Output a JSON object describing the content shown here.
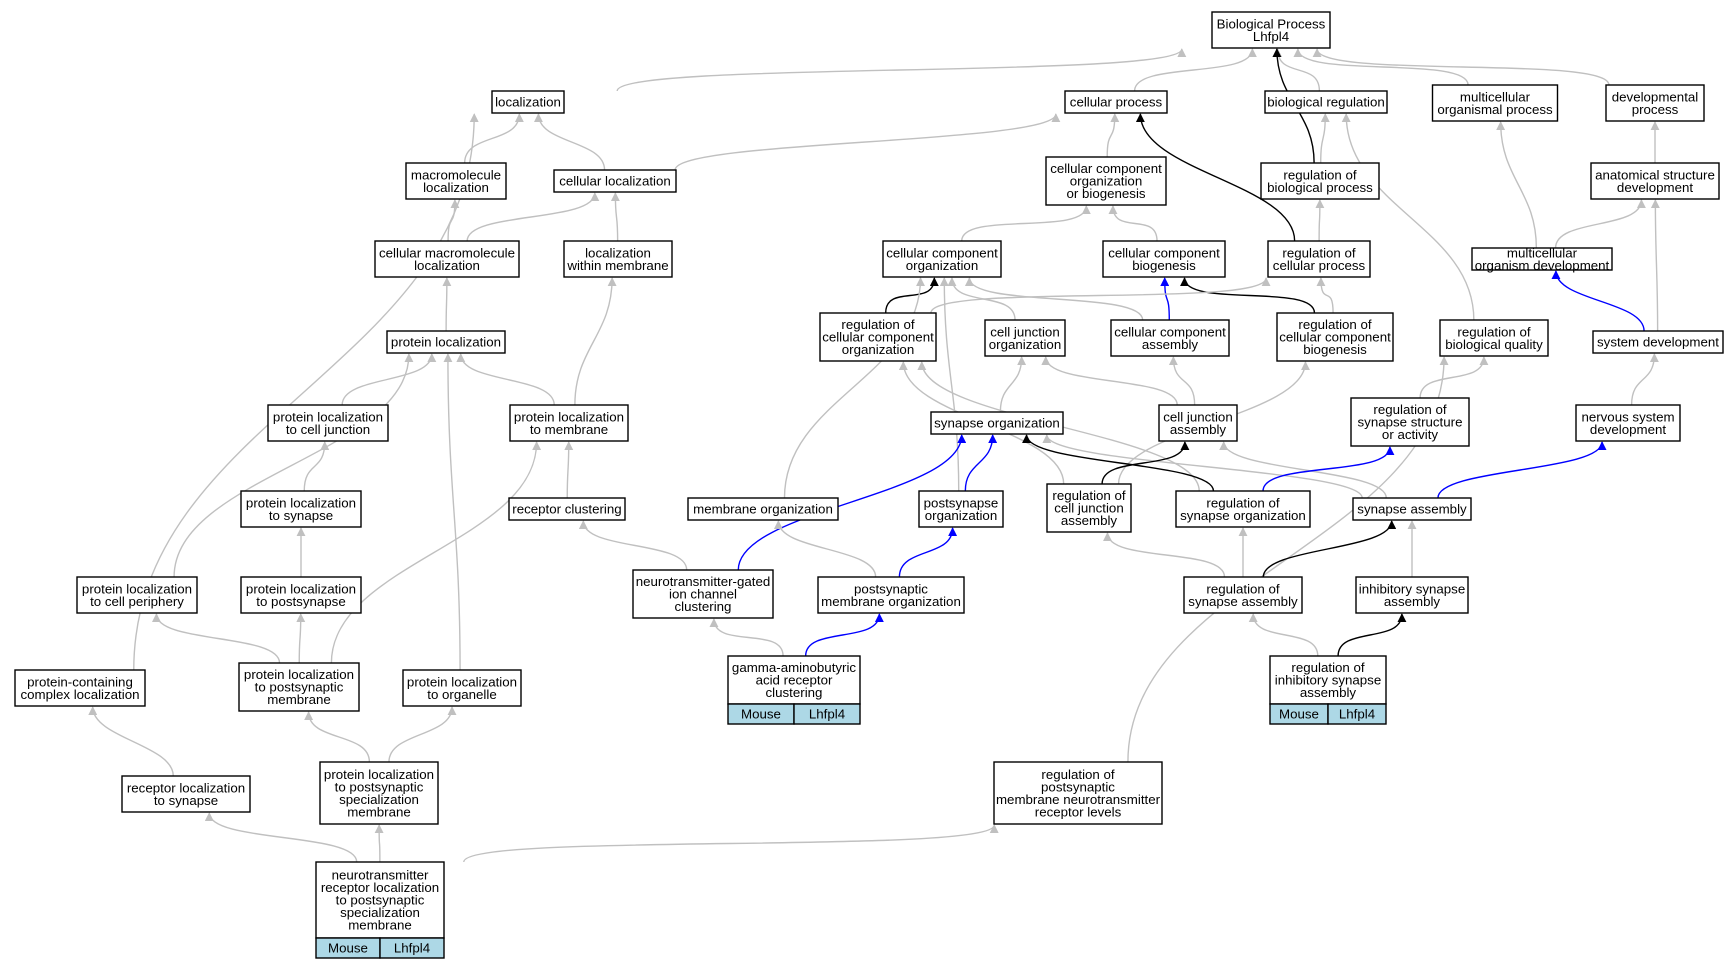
{
  "diagram": {
    "colors": {
      "is_a": "#c0c0c0",
      "regulates": "#000000",
      "part_of": "#0000ff",
      "tag": "#add8e6"
    },
    "nodes": [
      {
        "id": "bp",
        "lines": [
          "Biological Process",
          "Lhfpl4"
        ]
      },
      {
        "id": "loc",
        "lines": [
          "localization"
        ]
      },
      {
        "id": "cp",
        "lines": [
          "cellular process"
        ]
      },
      {
        "id": "breg",
        "lines": [
          "biological regulation"
        ]
      },
      {
        "id": "mop",
        "lines": [
          "multicellular",
          "organismal process"
        ]
      },
      {
        "id": "dev",
        "lines": [
          "developmental",
          "process"
        ]
      },
      {
        "id": "mloc",
        "lines": [
          "macromolecule",
          "localization"
        ]
      },
      {
        "id": "cloc",
        "lines": [
          "cellular localization"
        ]
      },
      {
        "id": "ccob",
        "lines": [
          "cellular component",
          "organization",
          "or biogenesis"
        ]
      },
      {
        "id": "rbp",
        "lines": [
          "regulation of",
          "biological process"
        ]
      },
      {
        "id": "asd",
        "lines": [
          "anatomical structure",
          "development"
        ]
      },
      {
        "id": "cmloc",
        "lines": [
          "cellular macromolecule",
          "localization"
        ]
      },
      {
        "id": "lwm",
        "lines": [
          "localization",
          "within membrane"
        ]
      },
      {
        "id": "cco",
        "lines": [
          "cellular component",
          "organization"
        ]
      },
      {
        "id": "ccb",
        "lines": [
          "cellular component",
          "biogenesis"
        ]
      },
      {
        "id": "rcp",
        "lines": [
          "regulation of",
          "cellular process"
        ]
      },
      {
        "id": "mod",
        "lines": [
          "multicellular",
          "organism development"
        ]
      },
      {
        "id": "ploc",
        "lines": [
          "protein localization"
        ]
      },
      {
        "id": "rcco",
        "lines": [
          "regulation of",
          "cellular component",
          "organization"
        ]
      },
      {
        "id": "cjo",
        "lines": [
          "cell junction",
          "organization"
        ]
      },
      {
        "id": "cca",
        "lines": [
          "cellular component",
          "assembly"
        ]
      },
      {
        "id": "rccb",
        "lines": [
          "regulation of",
          "cellular component",
          "biogenesis"
        ]
      },
      {
        "id": "rbq",
        "lines": [
          "regulation of",
          "biological quality"
        ]
      },
      {
        "id": "sysdev",
        "lines": [
          "system development"
        ]
      },
      {
        "id": "plcj",
        "lines": [
          "protein localization",
          "to cell junction"
        ]
      },
      {
        "id": "plm",
        "lines": [
          "protein localization",
          "to membrane"
        ]
      },
      {
        "id": "so",
        "lines": [
          "synapse organization"
        ]
      },
      {
        "id": "cja",
        "lines": [
          "cell junction",
          "assembly"
        ]
      },
      {
        "id": "rssa",
        "lines": [
          "regulation of",
          "synapse structure",
          "or activity"
        ]
      },
      {
        "id": "nsd",
        "lines": [
          "nervous system",
          "development"
        ]
      },
      {
        "id": "pls",
        "lines": [
          "protein localization",
          "to synapse"
        ]
      },
      {
        "id": "rc",
        "lines": [
          "receptor clustering"
        ]
      },
      {
        "id": "mo",
        "lines": [
          "membrane organization"
        ]
      },
      {
        "id": "pso",
        "lines": [
          "postsynapse",
          "organization"
        ]
      },
      {
        "id": "rcja",
        "lines": [
          "regulation of",
          "cell junction",
          "assembly"
        ]
      },
      {
        "id": "rso",
        "lines": [
          "regulation of",
          "synapse organization"
        ]
      },
      {
        "id": "sa",
        "lines": [
          "synapse assembly"
        ]
      },
      {
        "id": "plcp",
        "lines": [
          "protein localization",
          "to cell periphery"
        ]
      },
      {
        "id": "plps",
        "lines": [
          "protein localization",
          "to postsynapse"
        ]
      },
      {
        "id": "ntgicc",
        "lines": [
          "neurotransmitter-gated",
          "ion channel",
          "clustering"
        ]
      },
      {
        "id": "psmo",
        "lines": [
          "postsynaptic",
          "membrane organization"
        ]
      },
      {
        "id": "rsa",
        "lines": [
          "regulation of",
          "synapse assembly"
        ]
      },
      {
        "id": "isa",
        "lines": [
          "inhibitory synapse",
          "assembly"
        ]
      },
      {
        "id": "pccl",
        "lines": [
          "protein-containing",
          "complex localization"
        ]
      },
      {
        "id": "plpsm",
        "lines": [
          "protein localization",
          "to postsynaptic",
          "membrane"
        ]
      },
      {
        "id": "plo",
        "lines": [
          "protein localization",
          "to organelle"
        ]
      },
      {
        "id": "gabarc",
        "lines": [
          "gamma-aminobutyric",
          "acid receptor",
          "clustering"
        ],
        "tags": [
          "Mouse",
          "Lhfpl4"
        ]
      },
      {
        "id": "risa",
        "lines": [
          "regulation of",
          "inhibitory synapse",
          "assembly"
        ],
        "tags": [
          "Mouse",
          "Lhfpl4"
        ]
      },
      {
        "id": "rls",
        "lines": [
          "receptor localization",
          "to synapse"
        ]
      },
      {
        "id": "plpssm",
        "lines": [
          "protein localization",
          "to postsynaptic",
          "specialization",
          "membrane"
        ]
      },
      {
        "id": "rpmnrl",
        "lines": [
          "regulation of",
          "postsynaptic",
          "membrane neurotransmitter",
          "receptor levels"
        ]
      },
      {
        "id": "nrlpssm",
        "lines": [
          "neurotransmitter",
          "receptor localization",
          "to postsynaptic",
          "specialization",
          "membrane"
        ],
        "tags": [
          "Mouse",
          "Lhfpl4"
        ]
      }
    ]
  }
}
